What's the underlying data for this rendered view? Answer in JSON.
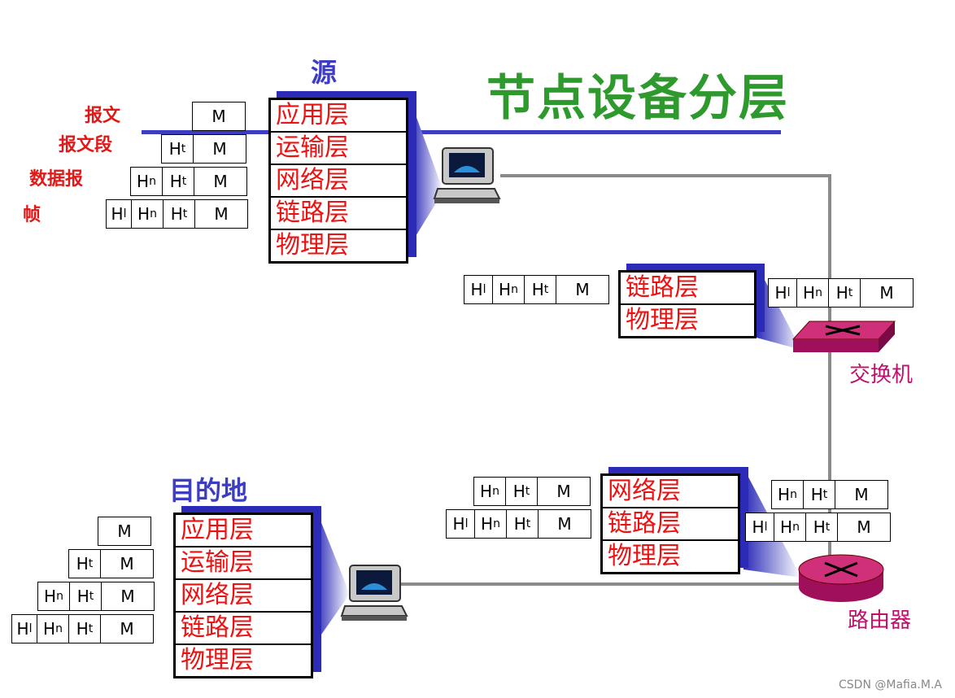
{
  "title": "节点设备分层",
  "source_label": "源",
  "dest_label": "目的地",
  "unit_labels": [
    "报文",
    "报文段",
    "数据报",
    "帧"
  ],
  "source_stack": [
    "应用层",
    "运输层",
    "网络层",
    "链路层",
    "物理层"
  ],
  "dest_stack": [
    "应用层",
    "运输层",
    "网络层",
    "链路层",
    "物理层"
  ],
  "switch_stack": [
    "链路层",
    "物理层"
  ],
  "router_stack": [
    "网络层",
    "链路层",
    "物理层"
  ],
  "switch_label": "交换机",
  "router_label": "路由器",
  "headers": {
    "h": "H",
    "l": "l",
    "n": "n",
    "t": "t",
    "m": "M"
  },
  "watermark": "CSDN @Mafia.M.A",
  "colors": {
    "title": "#2e9a2e",
    "layer_text": "#ee1111",
    "stack_shadow": "#2b2bb8",
    "device": "#c0106a",
    "link": "#888888"
  }
}
